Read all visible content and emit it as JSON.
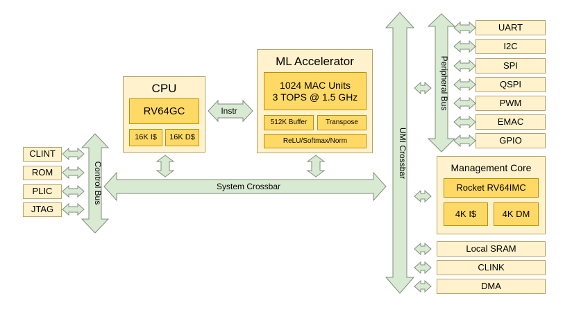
{
  "cpu": {
    "title": "CPU",
    "core": "RV64GC",
    "icache": "16K I$",
    "dcache": "16K D$"
  },
  "ml_accelerator": {
    "title": "ML Accelerator",
    "mac_units": "1024 MAC Units",
    "tops": "3 TOPS @ 1.5 GHz",
    "buffer": "512K Buffer",
    "transpose": "Transpose",
    "activation": "ReLU/Softmax/Norm"
  },
  "instr_link": "Instr",
  "buses": {
    "system_crossbar": "System Crossbar",
    "control_bus": "Control Bus",
    "umi_crossbar": "UMI Crossbar",
    "peripheral_bus": "Peripheral Bus"
  },
  "control_devices": [
    "CLINT",
    "ROM",
    "PLIC",
    "JTAG"
  ],
  "peripherals": [
    "UART",
    "I2C",
    "SPI",
    "QSPI",
    "PWM",
    "EMAC",
    "GPIO"
  ],
  "management_core": {
    "title": "Management Core",
    "core": "Rocket RV64IMC",
    "icache": "4K I$",
    "dmem": "4K DM"
  },
  "umi_devices": [
    "Local SRAM",
    "CLINK",
    "DMA"
  ],
  "colors": {
    "outer_fill": "#fff2cc",
    "inner_fill": "#ffd966",
    "arrow_fill": "#d9ead3"
  }
}
